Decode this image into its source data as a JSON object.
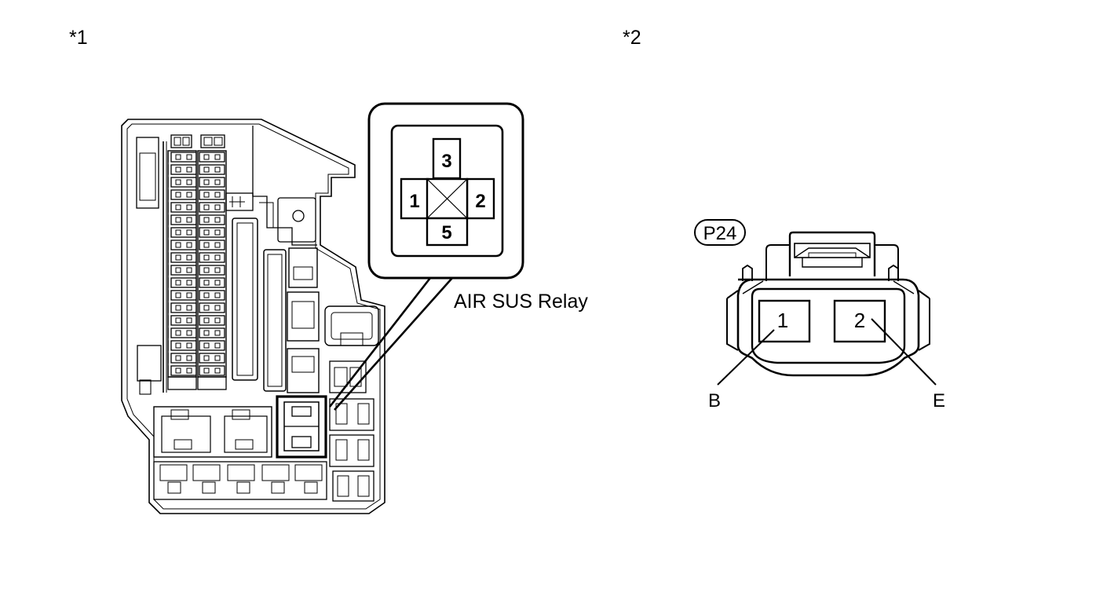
{
  "figure": {
    "panel_1": {
      "marker": "*1",
      "relay_label": "AIR SUS Relay",
      "relay_terminals": [
        "1",
        "2",
        "3",
        "5"
      ]
    },
    "panel_2": {
      "marker": "*2",
      "connector_code": "P24",
      "terminals": [
        "1",
        "2"
      ],
      "wire_labels": [
        "B",
        "E"
      ]
    }
  }
}
